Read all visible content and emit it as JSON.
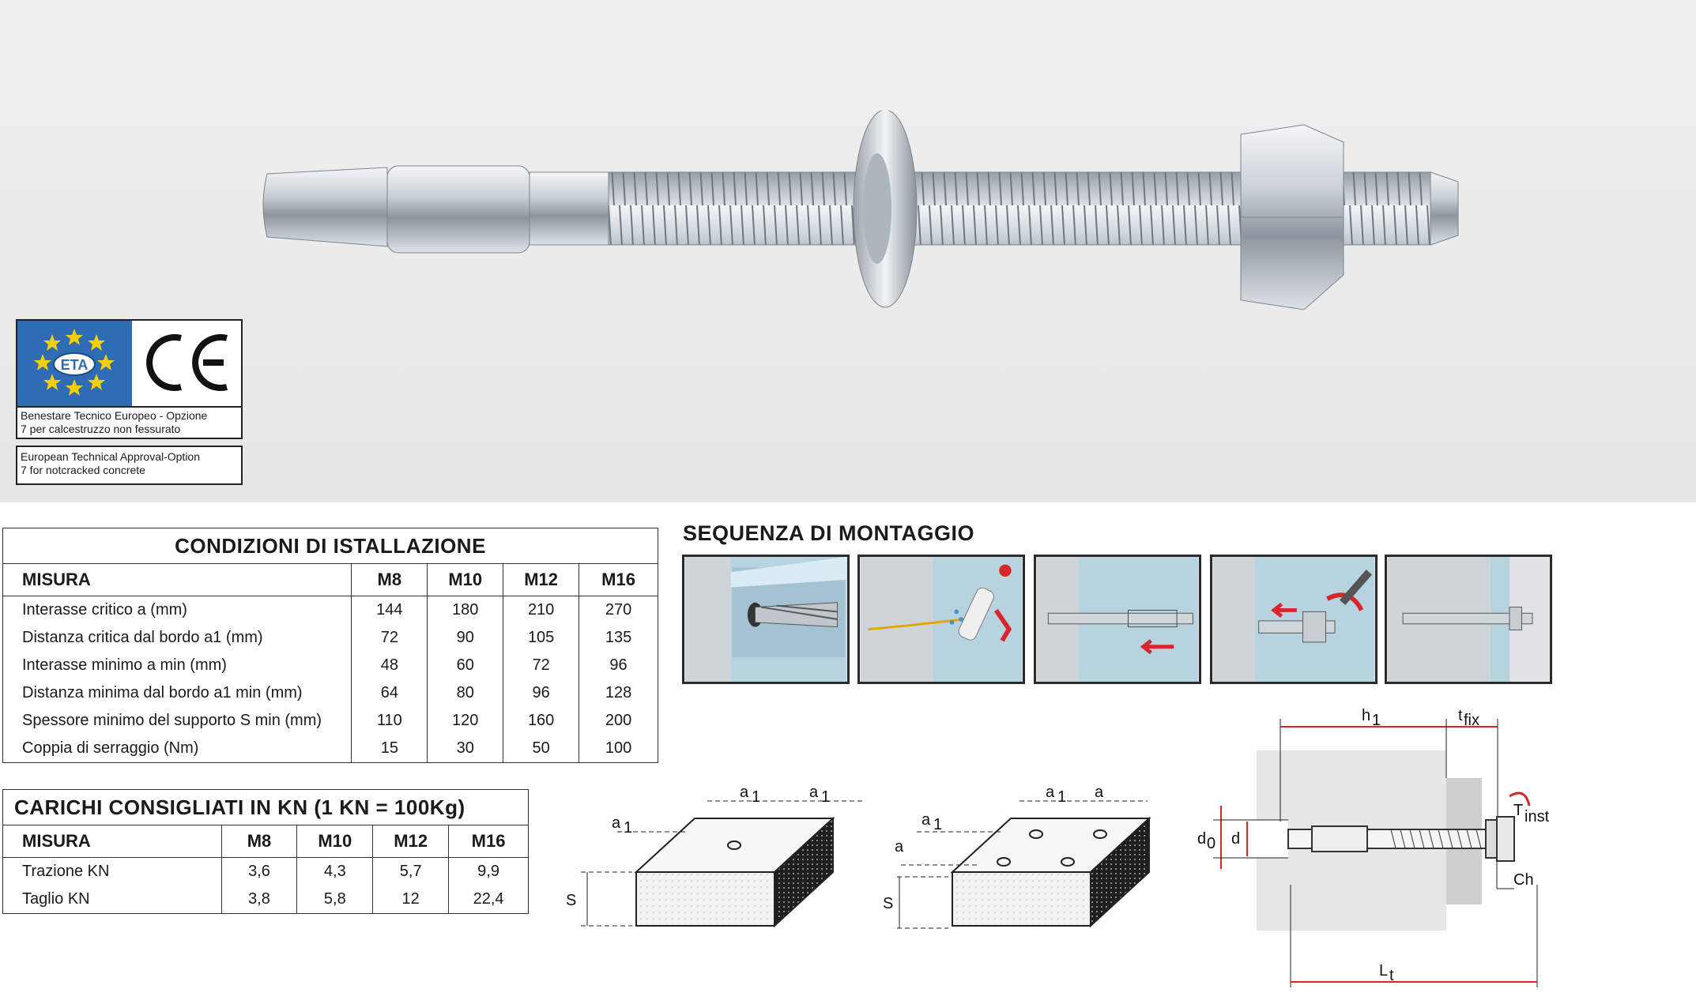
{
  "certification": {
    "eta_logo_text": "ETA",
    "line1_it": "Benestare Tecnico Europeo - Opzione",
    "line2_it": "7 per calcestruzzo non fessurato",
    "line1_en": "European Technical Approval-Option",
    "line2_en": "7 for notcracked concrete"
  },
  "installation_table": {
    "title": "CONDIZIONI DI ISTALLAZIONE",
    "header": [
      "MISURA",
      "M8",
      "M10",
      "M12",
      "M16"
    ],
    "rows": [
      {
        "label": "Interasse critico a (mm)",
        "values": [
          "144",
          "180",
          "210",
          "270"
        ]
      },
      {
        "label": "Distanza critica dal bordo a1 (mm)",
        "values": [
          "72",
          "90",
          "105",
          "135"
        ]
      },
      {
        "label": "Interasse minimo  a min (mm)",
        "values": [
          "48",
          "60",
          "72",
          "96"
        ]
      },
      {
        "label": "Distanza minima dal bordo a1 min (mm)",
        "values": [
          "64",
          "80",
          "96",
          "128"
        ]
      },
      {
        "label": "Spessore minimo del supporto S min (mm)",
        "values": [
          "110",
          "120",
          "160",
          "200"
        ]
      },
      {
        "label": "Coppia di serraggio (Nm)",
        "values": [
          "15",
          "30",
          "50",
          "100"
        ]
      }
    ]
  },
  "loads_table": {
    "title": "CARICHI CONSIGLIATI IN KN (1 KN = 100Kg)",
    "header": [
      "MISURA",
      "M8",
      "M10",
      "M12",
      "M16"
    ],
    "rows": [
      {
        "label": "Trazione KN",
        "values": [
          "3,6",
          "4,3",
          "5,7",
          "9,9"
        ]
      },
      {
        "label": "Taglio KN",
        "values": [
          "3,8",
          "5,8",
          "12",
          "22,4"
        ]
      }
    ]
  },
  "sequence": {
    "title": "SEQUENZA DI MONTAGGIO",
    "steps": [
      "drill-hole",
      "clean-hole",
      "insert-anchor",
      "tighten-nut",
      "installed-anchor"
    ]
  },
  "diagram_labels": {
    "a1": "a",
    "a1_sub": "1",
    "a": "a",
    "s": "S",
    "h1": "h",
    "h1_sub": "1",
    "tfix": "t",
    "tfix_sub": "fix",
    "tinst": "T",
    "tinst_sub": "inst",
    "d0": "d",
    "d0_sub": "0",
    "d": "d",
    "ch": "Ch",
    "lt": "L",
    "lt_sub": "t"
  },
  "colors": {
    "eta_blue": "#2e6db4",
    "eta_star": "#f5d000",
    "arrow_red": "#d9262a",
    "step_border": "#2a2a2a"
  }
}
